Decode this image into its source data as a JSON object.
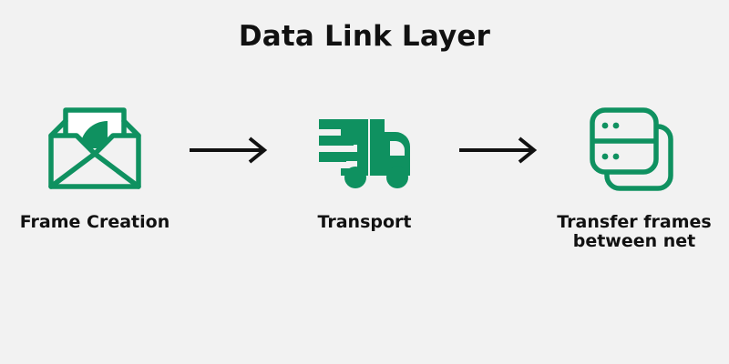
{
  "page": {
    "title": "Data Link Layer",
    "background_color": "#f2f2f2",
    "text_color": "#111111",
    "accent_color": "#0f9160"
  },
  "flow": {
    "steps": [
      {
        "id": "frame-creation",
        "label": "Frame Creation",
        "icon": "open-envelope-icon"
      },
      {
        "id": "transport",
        "label": "Transport",
        "icon": "delivery-truck-icon"
      },
      {
        "id": "transfer-frames",
        "label": "Transfer frames\nbetween net",
        "icon": "stacked-servers-icon"
      }
    ],
    "connectors": [
      {
        "id": "arrow-1",
        "icon": "arrow-right-icon",
        "color": "#111111"
      },
      {
        "id": "arrow-2",
        "icon": "arrow-right-icon",
        "color": "#111111"
      }
    ]
  }
}
